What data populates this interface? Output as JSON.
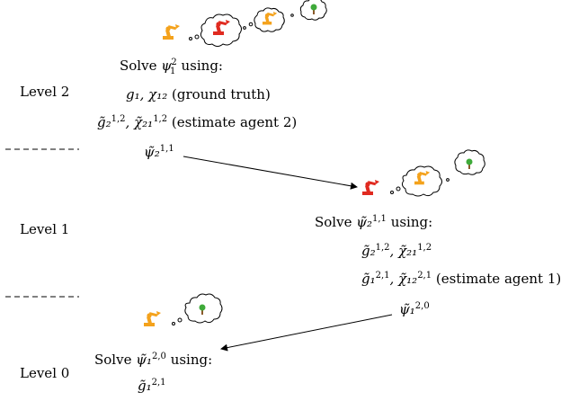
{
  "levels": {
    "level2": "Level 2",
    "level1": "Level 1",
    "level0": "Level 0"
  },
  "level2": {
    "solve_prefix": "Solve ",
    "solve_math": "ψ",
    "solve_sup": "2",
    "solve_sub": "1",
    "solve_suffix": " using:",
    "line1_math": "g₁, χ₁₂",
    "line1_text": " (ground truth)",
    "line2_math": "g̃₂",
    "line2_sup": "1,2",
    "line2_mid": ", χ̃₂₁",
    "line2_sup2": "1,2",
    "line2_text": " (estimate agent 2)",
    "line3_math": "ψ̃₂",
    "line3_sup": "1,1"
  },
  "level1": {
    "solve_prefix": "Solve ",
    "solve_math": "ψ̃₂",
    "solve_sup": "1,1",
    "solve_suffix": " using:",
    "line1_math": "g̃₂",
    "line1_sup": "1,2",
    "line1_mid": ", χ̃₂₁",
    "line1_sup2": "1,2",
    "line2_math": "g̃₁",
    "line2_sup": "2,1",
    "line2_mid": ", χ̃₁₂",
    "line2_sup2": "2,1",
    "line2_text": " (estimate agent 1)",
    "line3_math": "ψ̃₁",
    "line3_sup": "2,0"
  },
  "level0": {
    "solve_prefix": "Solve ",
    "solve_math": "ψ̃₁",
    "solve_sup": "2,0",
    "solve_suffix": " using:",
    "line1_math": "g̃₁",
    "line1_sup": "2,1"
  },
  "colors": {
    "robot_orange": "#f4a21c",
    "robot_red": "#e02a20",
    "tree_green": "#3faa3a",
    "tree_trunk": "#8a5a2b"
  },
  "icons": [
    "robot-arm-icon",
    "thought-bubble-icon",
    "tree-icon"
  ]
}
